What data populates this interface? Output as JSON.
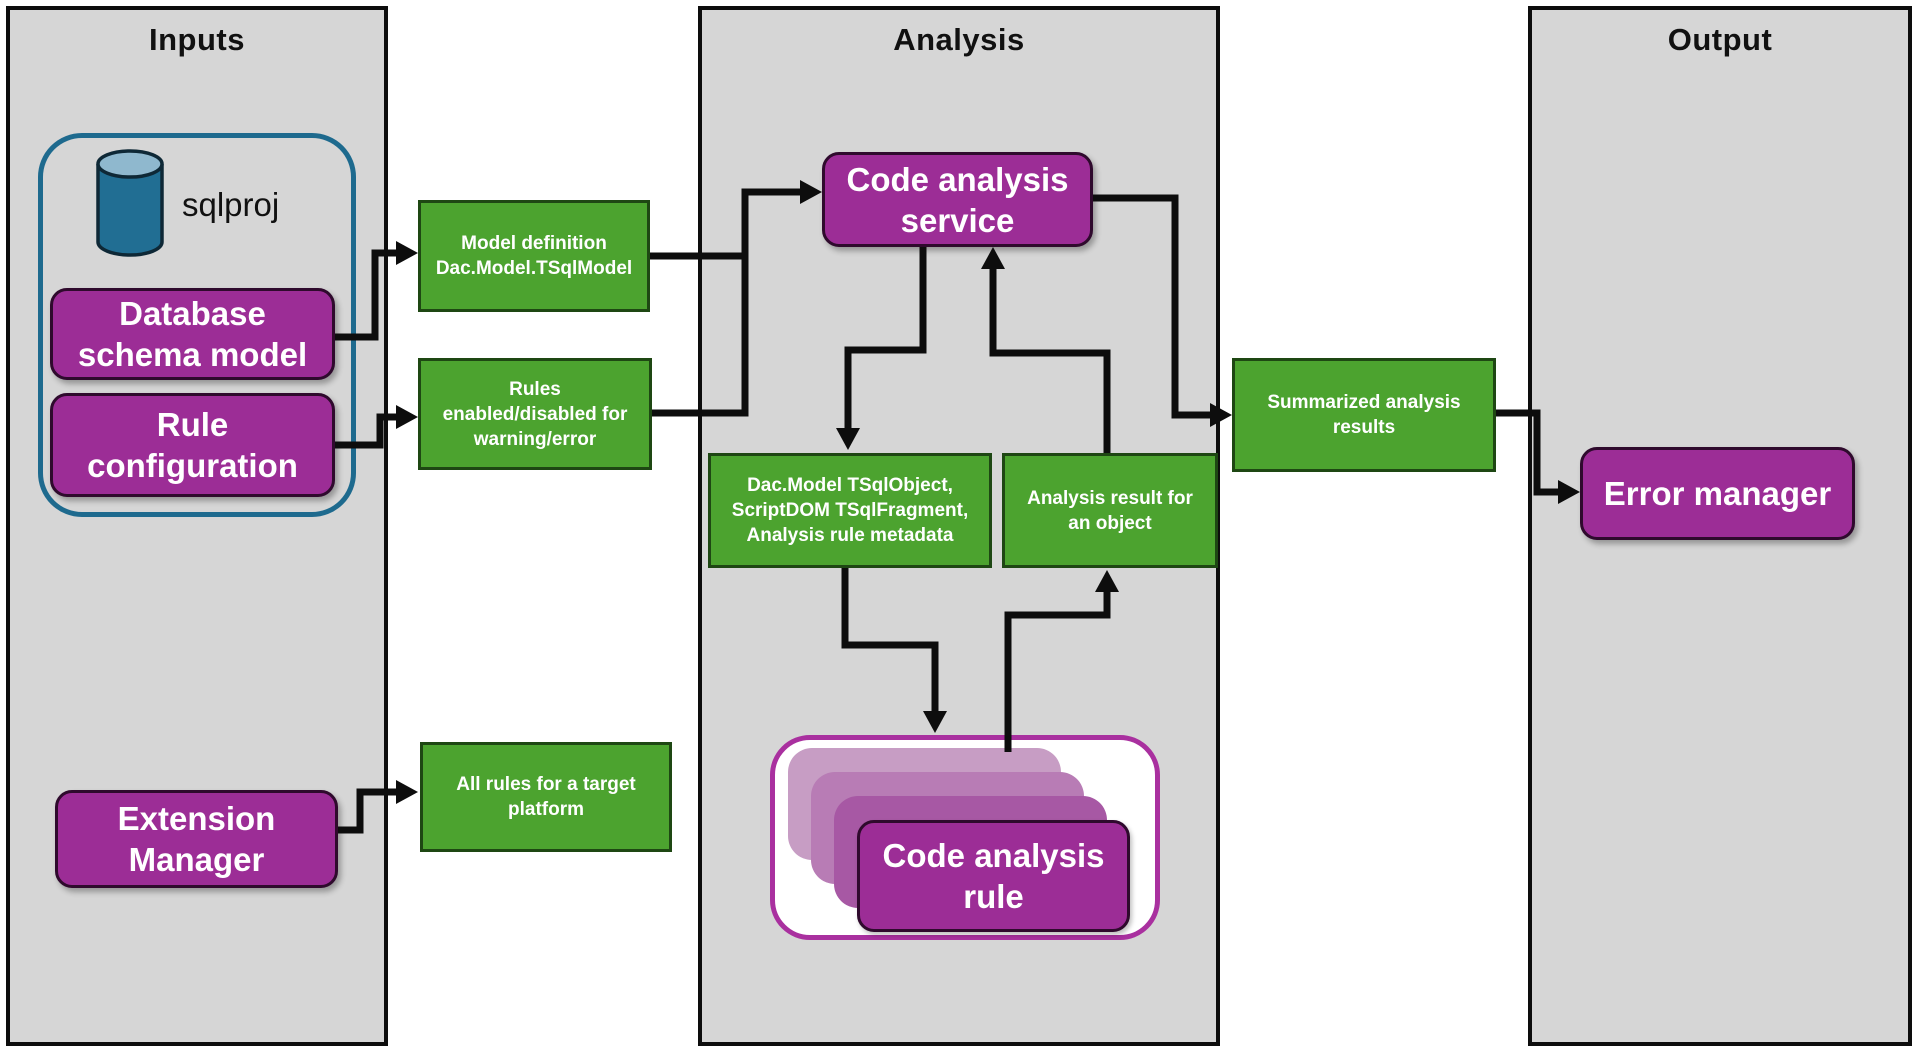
{
  "colors": {
    "panel_fill": "#d6d6d6",
    "panel_border": "#0d0d0d",
    "green": "#4ca32f",
    "green_border": "#1e4713",
    "purple": "#9c2d96",
    "purple_border": "#2f0a2d",
    "teal_border": "#1e6a8e",
    "cylinder_body": "#216e93",
    "cylinder_top": "#8fb8ce",
    "rules_container_border": "#a9309f"
  },
  "panels": {
    "inputs": {
      "title": "Inputs"
    },
    "analysis": {
      "title": "Analysis"
    },
    "output": {
      "title": "Output"
    }
  },
  "nodes": {
    "sqlproj": {
      "label": "sqlproj"
    },
    "database_schema_model": {
      "label": "Database\nschema model"
    },
    "rule_configuration": {
      "label": "Rule\nconfiguration"
    },
    "extension_manager": {
      "label": "Extension\nManager"
    },
    "model_definition": {
      "label": "Model definition\nDac.Model.TSqlModel"
    },
    "rules_enabled": {
      "label": "Rules\nenabled/disabled for\nwarning/error"
    },
    "all_rules": {
      "label": "All rules for a target\nplatform"
    },
    "code_analysis_service": {
      "label": "Code analysis\nservice"
    },
    "dac_model_object": {
      "label": "Dac.Model TSqlObject,\nScriptDOM TSqlFragment,\nAnalysis rule metadata"
    },
    "analysis_result": {
      "label": "Analysis result for\nan object"
    },
    "summarized_results": {
      "label": "Summarized analysis\nresults"
    },
    "code_analysis_rule": {
      "label": "Code analysis\nrule"
    },
    "error_manager": {
      "label": "Error manager"
    }
  }
}
